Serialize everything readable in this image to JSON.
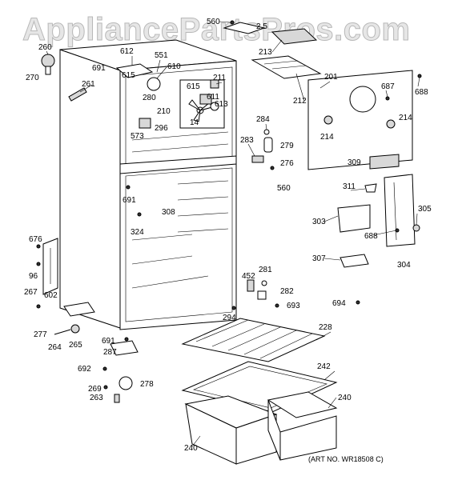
{
  "watermark": "AppliancePartsPros.com",
  "art_number": "(ART NO. WR18508 C)",
  "callouts": [
    {
      "id": "c560",
      "text": "560"
    },
    {
      "id": "c25",
      "text": "2.5"
    },
    {
      "id": "c213",
      "text": "213"
    },
    {
      "id": "c260",
      "text": "260"
    },
    {
      "id": "c270",
      "text": "270"
    },
    {
      "id": "c261",
      "text": "261"
    },
    {
      "id": "c612",
      "text": "612"
    },
    {
      "id": "c551",
      "text": "551"
    },
    {
      "id": "c691a",
      "text": "691"
    },
    {
      "id": "c615a",
      "text": "615"
    },
    {
      "id": "c610",
      "text": "610"
    },
    {
      "id": "c615b",
      "text": "615"
    },
    {
      "id": "c211",
      "text": "211"
    },
    {
      "id": "c280",
      "text": "280"
    },
    {
      "id": "c611",
      "text": "611"
    },
    {
      "id": "c210",
      "text": "210"
    },
    {
      "id": "c613",
      "text": "613"
    },
    {
      "id": "c14",
      "text": "14"
    },
    {
      "id": "c296",
      "text": "296"
    },
    {
      "id": "c573",
      "text": "573"
    },
    {
      "id": "c212",
      "text": "212"
    },
    {
      "id": "c201",
      "text": "201"
    },
    {
      "id": "c687",
      "text": "687"
    },
    {
      "id": "c688a",
      "text": "688"
    },
    {
      "id": "c214a",
      "text": "214"
    },
    {
      "id": "c214b",
      "text": "214"
    },
    {
      "id": "c284",
      "text": "284"
    },
    {
      "id": "c279",
      "text": "279"
    },
    {
      "id": "c283",
      "text": "283"
    },
    {
      "id": "c276",
      "text": "276"
    },
    {
      "id": "c560b",
      "text": "560"
    },
    {
      "id": "c309",
      "text": "309"
    },
    {
      "id": "c311",
      "text": "311"
    },
    {
      "id": "c691b",
      "text": "691"
    },
    {
      "id": "c308",
      "text": "308"
    },
    {
      "id": "c324",
      "text": "324"
    },
    {
      "id": "c305",
      "text": "305"
    },
    {
      "id": "c303",
      "text": "303"
    },
    {
      "id": "c688b",
      "text": "688"
    },
    {
      "id": "c676",
      "text": "676"
    },
    {
      "id": "c96",
      "text": "96"
    },
    {
      "id": "c267",
      "text": "267"
    },
    {
      "id": "c602",
      "text": "602"
    },
    {
      "id": "c307",
      "text": "307"
    },
    {
      "id": "c304",
      "text": "304"
    },
    {
      "id": "c281",
      "text": "281"
    },
    {
      "id": "c452",
      "text": "452"
    },
    {
      "id": "c282",
      "text": "282"
    },
    {
      "id": "c693",
      "text": "693"
    },
    {
      "id": "c694",
      "text": "694"
    },
    {
      "id": "c277",
      "text": "277"
    },
    {
      "id": "c294",
      "text": "294"
    },
    {
      "id": "c228",
      "text": "228"
    },
    {
      "id": "c264",
      "text": "264"
    },
    {
      "id": "c265",
      "text": "265"
    },
    {
      "id": "c691c",
      "text": "691"
    },
    {
      "id": "c287",
      "text": "287"
    },
    {
      "id": "c692",
      "text": "692"
    },
    {
      "id": "c242",
      "text": "242"
    },
    {
      "id": "c269",
      "text": "269"
    },
    {
      "id": "c278",
      "text": "278"
    },
    {
      "id": "c263",
      "text": "263"
    },
    {
      "id": "c240a",
      "text": "240"
    },
    {
      "id": "c240b",
      "text": "240"
    }
  ]
}
